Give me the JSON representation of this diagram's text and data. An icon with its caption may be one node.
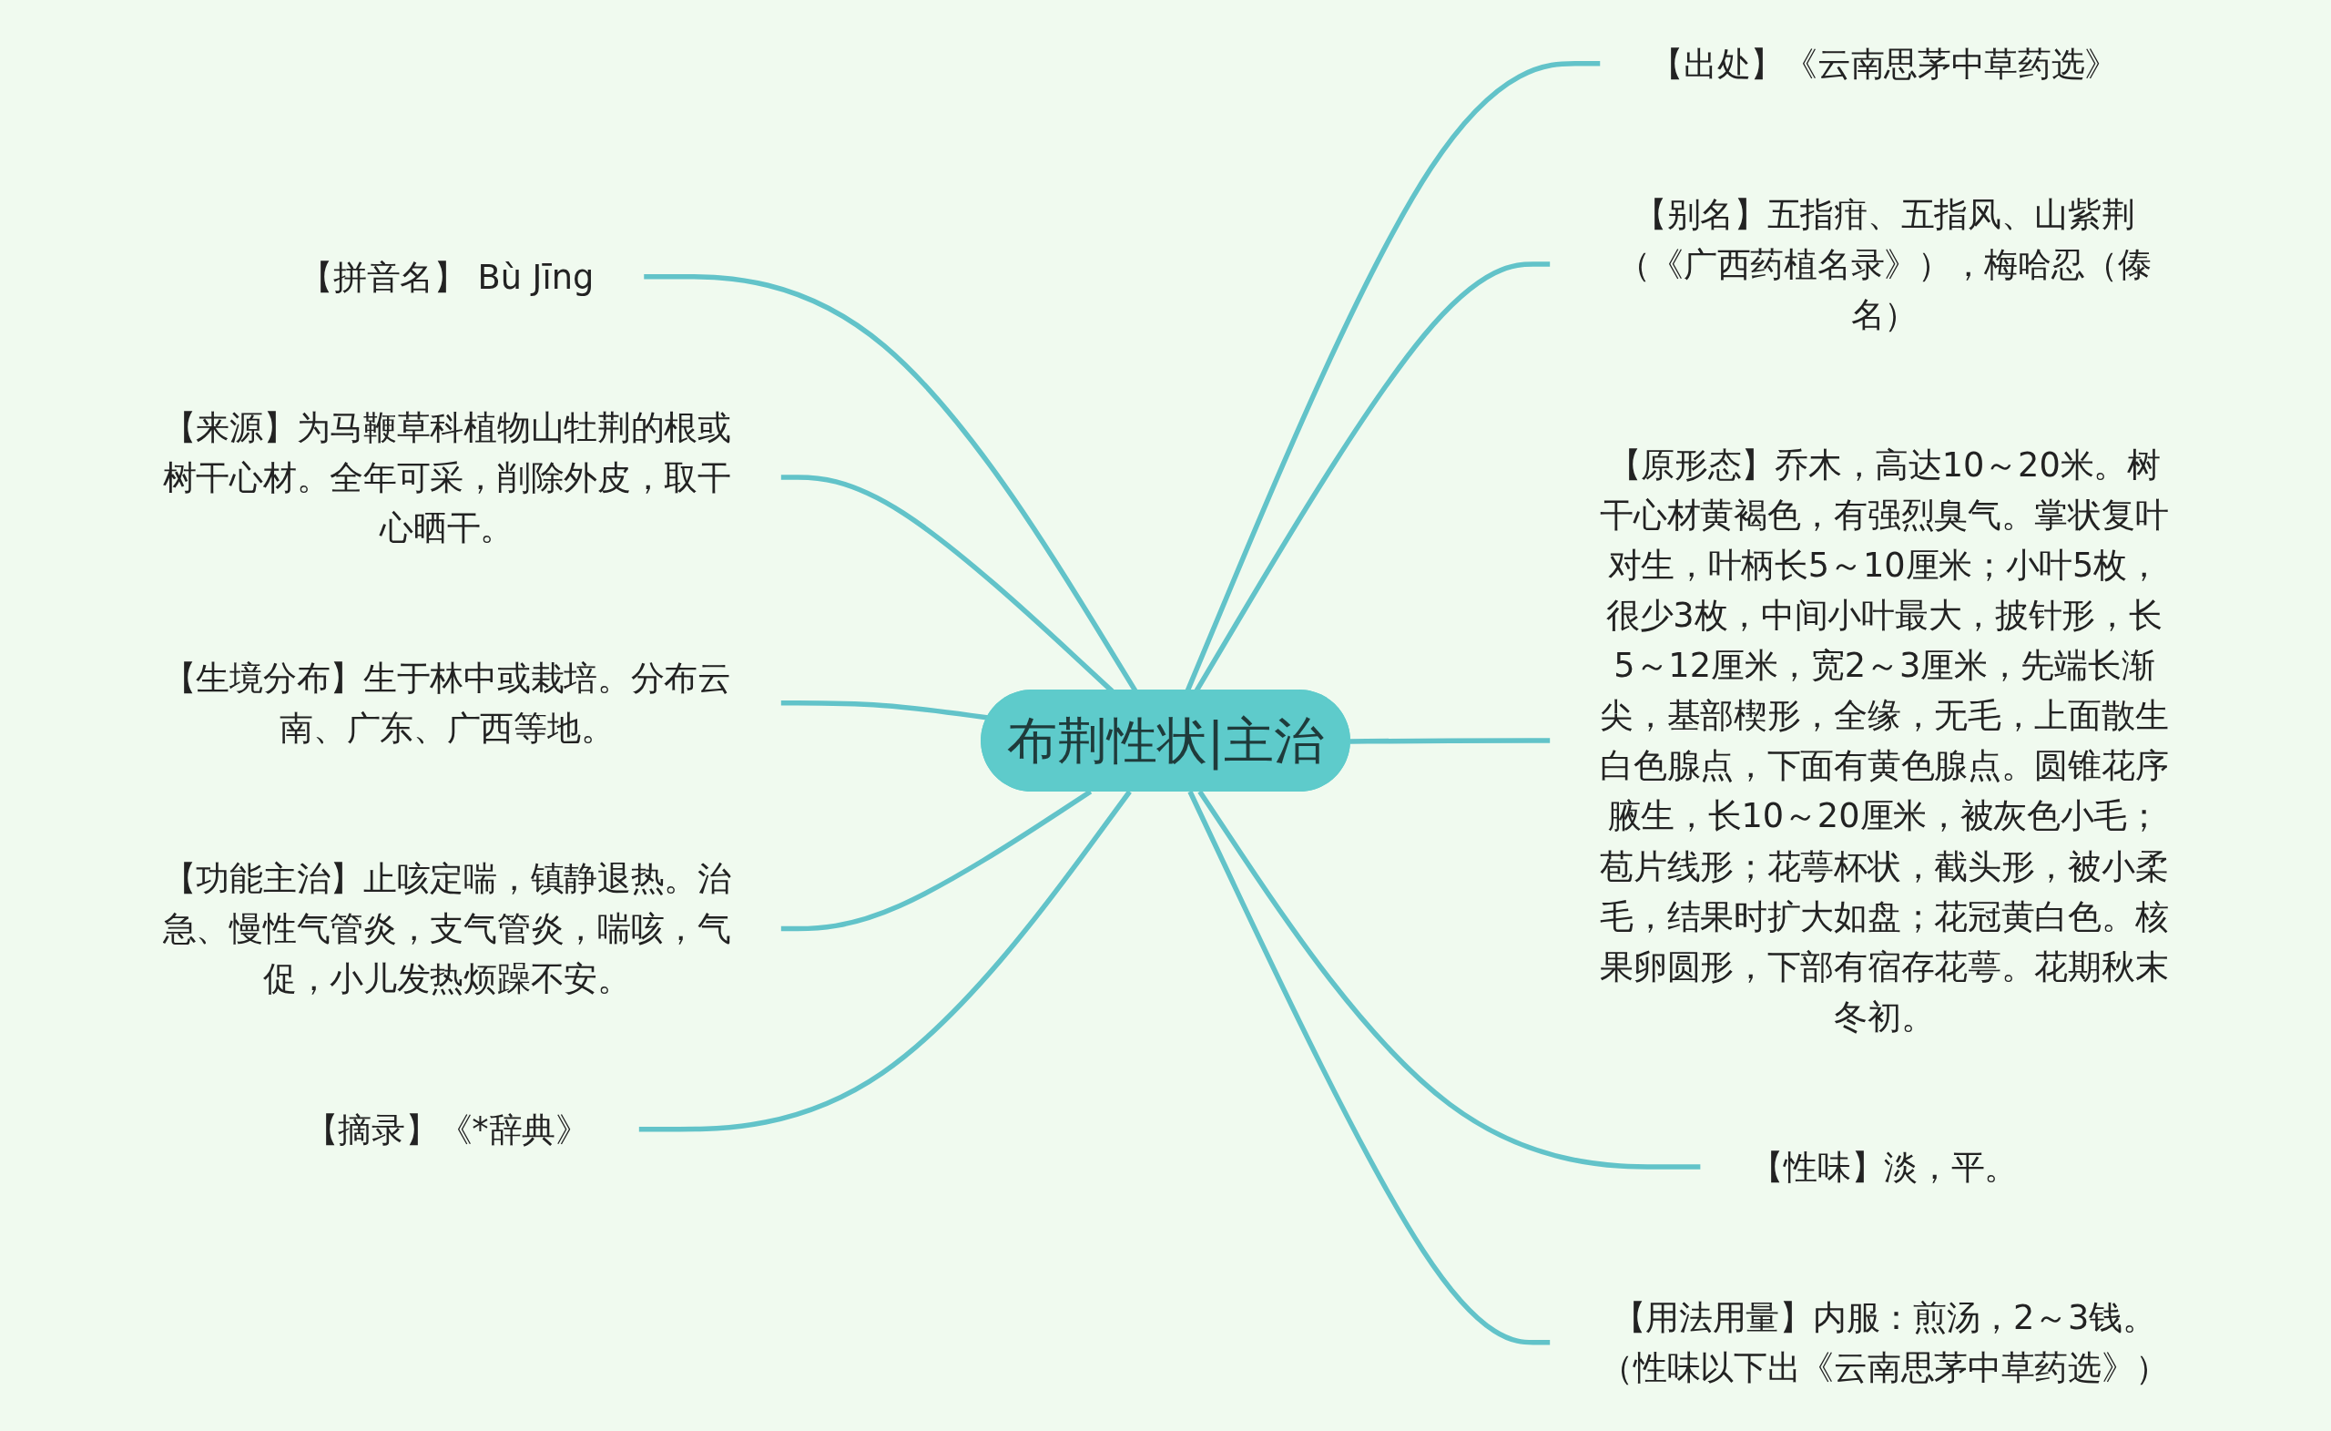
{
  "diagram": {
    "nodes": [
      {
        "text": [
          "布荆性状|主治"
        ]
      },
      {
        "text": [
          "【出处】《云南思茅中草药选》"
        ]
      },
      {
        "text": [
          "【别名】五指疳、五指风、山紫荆（《广西药植名录》），梅哈忍（傣名）"
        ]
      },
      {
        "text": [
          "【原形态】乔木，高达10～20米。树干心材黄褐色，有强烈臭气。掌状复叶对生，叶柄长5～10厘米；小叶5枚，很少3枚，中间小叶最大，披针形，长5～12厘米，宽2～3厘米，先端长渐尖，基部楔形，全缘，无毛，上面散生白色腺点，下面有黄色腺点。圆锥花序腋生，长10～20厘米，被灰色小毛；苞片线形；花萼杯状，截头形，被小柔毛，结果时扩大如盘；花冠黄白色。核果卵圆形，下部有宿存花萼。花期秋末冬初。"
        ]
      },
      {
        "text": [
          "【性味】淡，平。"
        ]
      },
      {
        "text": [
          "【用法用量】内服：煎汤，2～3钱。（性味以下出《云南思茅中草药选》）"
        ]
      },
      {
        "text": [
          "【拼音名】 Bù Jīng"
        ]
      },
      {
        "text": [
          "【来源】为马鞭草科植物山牡荆的根或树干心材。全年可采，削除外皮，取干心晒干。"
        ]
      },
      {
        "text": [
          "【生境分布】生于林中或栽培。分布云南、广东、广西等地。"
        ]
      },
      {
        "text": [
          "【功能主治】止咳定喘，镇静退热。治急、慢性气管炎，支气管炎，喘咳，气促，小儿发热烦躁不安。"
        ]
      },
      {
        "text": [
          "【摘录】《*辞典》"
        ]
      }
    ],
    "edges": [
      {
        "from": 0,
        "to": 1,
        "arrow": "none"
      },
      {
        "from": 0,
        "to": 2,
        "arrow": "none"
      },
      {
        "from": 0,
        "to": 3,
        "arrow": "none"
      },
      {
        "from": 0,
        "to": 4,
        "arrow": "none"
      },
      {
        "from": 0,
        "to": 5,
        "arrow": "none"
      },
      {
        "from": 6,
        "to": 0,
        "arrow": "none"
      },
      {
        "from": 7,
        "to": 0,
        "arrow": "none"
      },
      {
        "from": 8,
        "to": 0,
        "arrow": "none"
      },
      {
        "from": 9,
        "to": 0,
        "arrow": "none"
      },
      {
        "from": 10,
        "to": 0,
        "arrow": "none"
      }
    ]
  }
}
